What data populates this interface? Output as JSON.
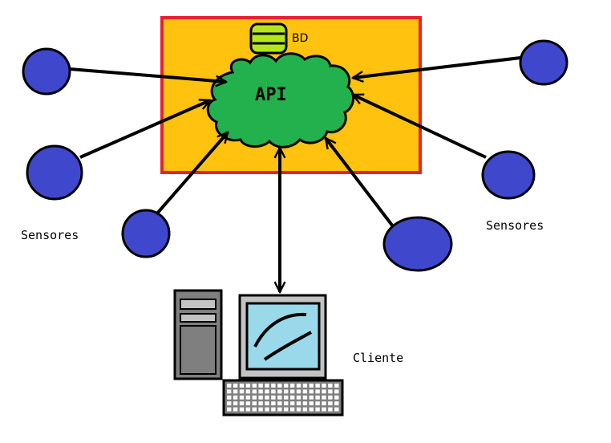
{
  "labels": {
    "api": "API",
    "db": "BD",
    "sensors_left": "Sensores",
    "sensors_right": "Sensores",
    "client": "Cliente"
  },
  "colors": {
    "server_box_fill": "#ffc20e",
    "server_box_border": "#e8212f",
    "cloud_fill": "#22b14c",
    "db_fill": "#b5e61d",
    "sensor_fill": "#3f48cc",
    "monitor_screen": "#99d9ea",
    "computer_gray": "#7f7f7f",
    "computer_light_gray": "#c3c3c3"
  },
  "icons": {
    "database": "database-icon",
    "cloud": "cloud-icon",
    "computer": "computer-icon",
    "keyboard": "keyboard-icon"
  }
}
